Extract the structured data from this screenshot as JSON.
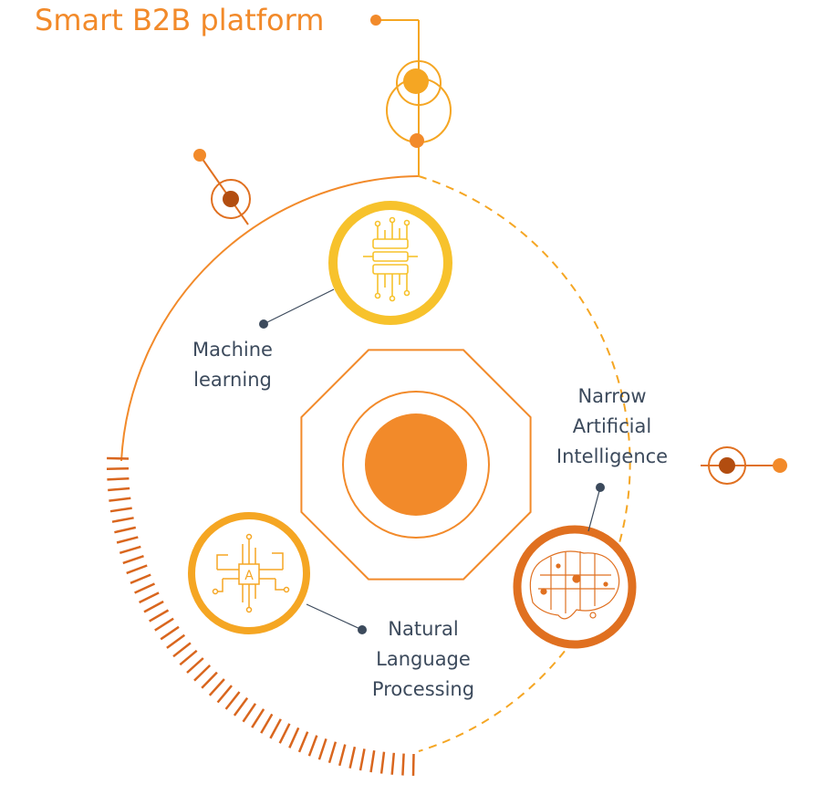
{
  "title": "Smart B2B platform",
  "nodes": {
    "machine_learning": {
      "lines": [
        "Machine",
        "learning"
      ]
    },
    "narrow_ai": {
      "lines": [
        "Narrow",
        "Artificial",
        "Intelligence"
      ]
    },
    "nlp": {
      "lines": [
        "Natural",
        "Language",
        "Processing"
      ],
      "chip_letter": "A"
    }
  },
  "colors": {
    "orange": "#f28a2a",
    "dark_orange": "#e07020",
    "yellow": "#f7c22c",
    "amber": "#f5a623",
    "brown_dot": "#b24d10",
    "label_text": "#3c4a5c",
    "leader_dot": "#3c4a5c"
  },
  "icons": {
    "machine_learning": "circuit-chip-icon",
    "nlp": "language-chip-icon",
    "narrow_ai": "brain-network-icon"
  }
}
